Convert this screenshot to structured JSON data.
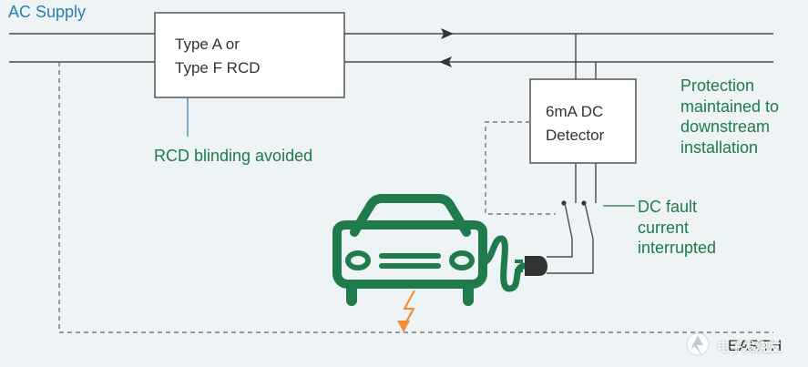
{
  "labels": {
    "ac_supply": "AC Supply",
    "rcd_line1": "Type A or",
    "rcd_line2": "Type F RCD",
    "rcd_blinding": "RCD blinding avoided",
    "detector_line1": "6mA DC",
    "detector_line2": "Detector",
    "protection_line1": "Protection",
    "protection_line2": "maintained to",
    "protection_line3": "downstream",
    "protection_line4": "installation",
    "dc_fault_line1": "DC fault",
    "dc_fault_line2": "current",
    "dc_fault_line3": "interrupted",
    "earth": "EARTH",
    "watermark": "电子发烧友"
  },
  "icons": {
    "car": "car-icon",
    "fault": "lightning-bolt-icon",
    "arrow_right": "arrow-right-icon",
    "arrow_left": "arrow-left-icon",
    "watermark_logo": "watermark-logo-icon"
  },
  "colors": {
    "background": "#eef3f6",
    "line": "#4a4a4a",
    "dashed_line": "#7a7a7a",
    "accent_blue": "#2b7fa8",
    "accent_green": "#1f7a4c",
    "car_green": "#1f7a4c",
    "fault_orange": "#f28c38"
  }
}
